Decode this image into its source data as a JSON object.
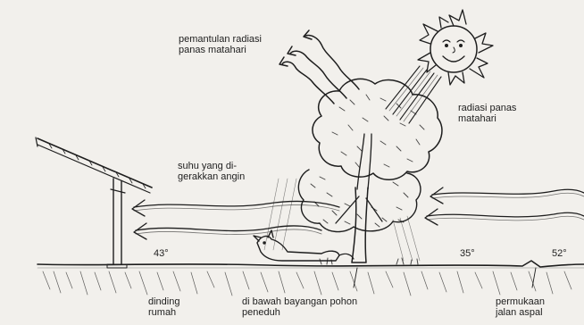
{
  "labels": {
    "reflection_line1": "pemantulan radiasi",
    "reflection_line2": "panas matahari",
    "radiation_line1": "radiasi panas",
    "radiation_line2": "matahari",
    "wind_line1": "suhu yang di-",
    "wind_line2": "gerakkan angin",
    "temp_wall": "43°",
    "temp_mid": "35°",
    "temp_road": "52°",
    "wall_line1": "dinding",
    "wall_line2": "rumah",
    "shade_line1": "di bawah bayangan pohon",
    "shade_line2": "peneduh",
    "surface_line1": "permukaan",
    "surface_line2": "jalan aspal"
  },
  "icons": {
    "sun": "sun-with-face-icon",
    "tree": "shade-tree",
    "dog": "dog-lying-icon",
    "wall": "house-wall-roof"
  },
  "colors": {
    "ink": "#1e1e1e",
    "paper": "#f2f0ec"
  }
}
